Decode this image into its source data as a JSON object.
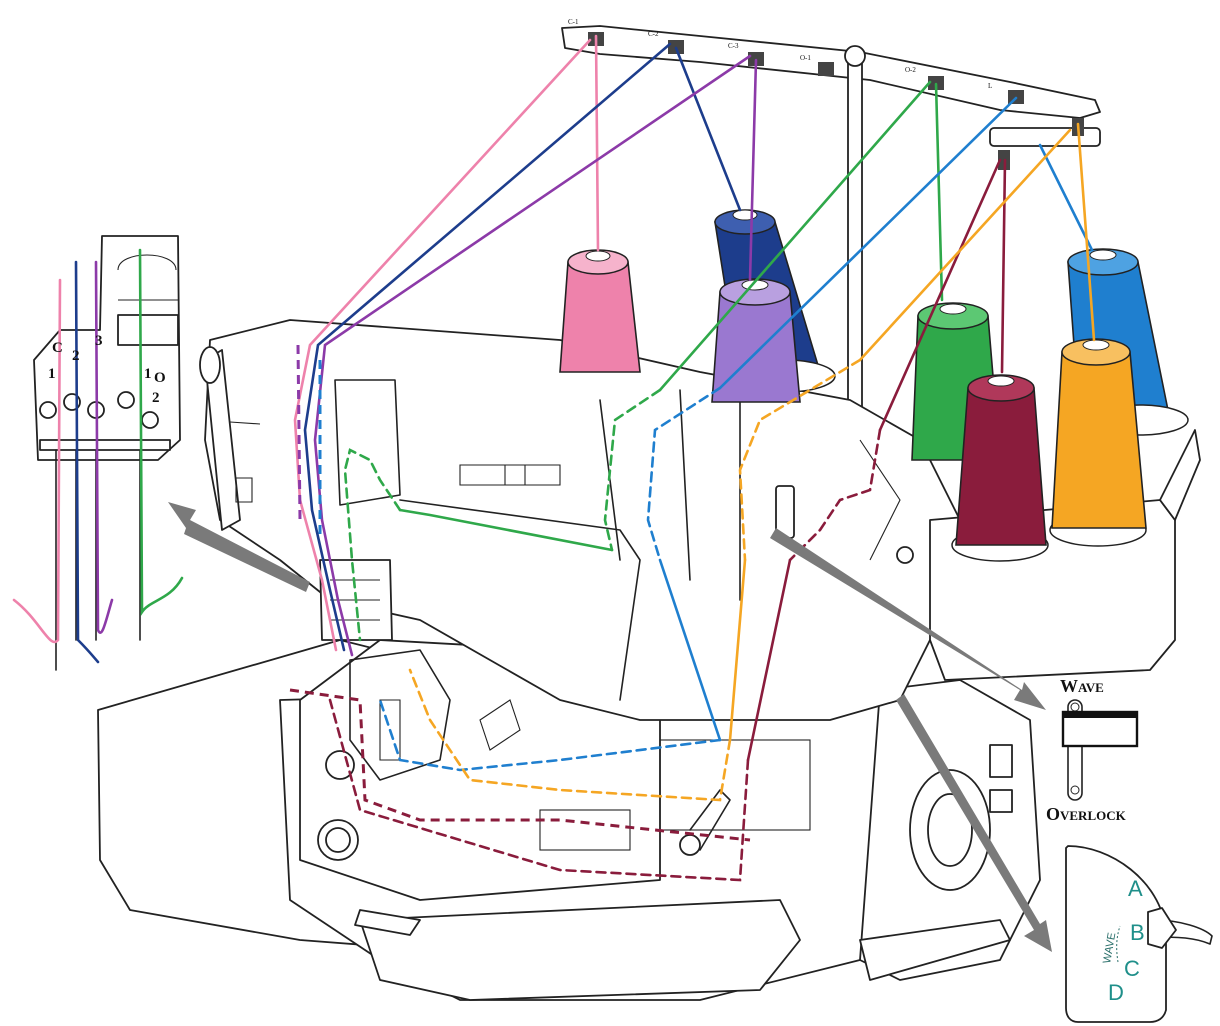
{
  "colors": {
    "pink": "#ee82ab",
    "navy": "#1d3d8c",
    "purple": "#8c3aa8",
    "lavender": "#9a78d0",
    "green": "#2fa84a",
    "blue": "#1f7fcf",
    "crimson": "#8a1c3c",
    "orange": "#f5a623",
    "wave_dial_text": "#1f8f8a",
    "arrow": "#7a7a7a"
  },
  "needle_positions": {
    "labels": [
      "C",
      "2",
      "3",
      "1",
      "O",
      "1",
      "2"
    ]
  },
  "selector_switch": {
    "top_label": "Wave",
    "bottom_label": "Overlock"
  },
  "wave_dial": {
    "label": "WAVE",
    "settings": [
      "A",
      "B",
      "C",
      "D"
    ]
  },
  "thread_guides": {
    "labels": [
      "C-1",
      "C-2",
      "C-3",
      "O-1",
      "O-2",
      "L"
    ]
  }
}
